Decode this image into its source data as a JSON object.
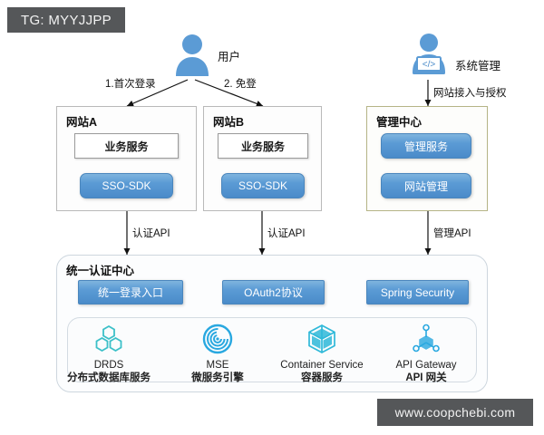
{
  "watermarks": {
    "telegram": "TG: MYYJJPP",
    "site": "www.coopchebi.com"
  },
  "actors": {
    "user": {
      "label": "用户",
      "icon": "user-avatar-icon"
    },
    "admin": {
      "label": "系统管理",
      "icon": "developer-laptop-icon",
      "code_glyph": "</>"
    }
  },
  "flows": {
    "first_login": "1.首次登录",
    "free_login": "2. 免登",
    "site_access_auth": "网站接入与授权",
    "auth_api_a": "认证API",
    "auth_api_b": "认证API",
    "admin_api": "管理API"
  },
  "site_a": {
    "title": "网站A",
    "service": "业务服务",
    "sdk": "SSO-SDK"
  },
  "site_b": {
    "title": "网站B",
    "service": "业务服务",
    "sdk": "SSO-SDK"
  },
  "admin_center": {
    "title": "管理中心",
    "items": [
      "管理服务",
      "网站管理"
    ]
  },
  "auth_center": {
    "title": "统一认证中心",
    "buttons": [
      "统一登录入口",
      "OAuth2协议",
      "Spring Security"
    ],
    "services": [
      {
        "icon": "drds-hexagons-icon",
        "name_en": "DRDS",
        "name_cn": "分布式数据库服务",
        "color": "#3cc0c8"
      },
      {
        "icon": "mse-spiral-icon",
        "name_en": "MSE",
        "name_cn": "微服务引擎",
        "color": "#29a8e0"
      },
      {
        "icon": "container-cube-icon",
        "name_en": "Container Service",
        "name_cn": "容器服务",
        "color": "#2fb9d9"
      },
      {
        "icon": "api-gateway-node-icon",
        "name_en": "API Gateway",
        "name_cn": "API 网关",
        "color": "#29a8e0"
      }
    ]
  },
  "colors": {
    "accent_blue": "#5b9bd5",
    "banner_gray": "#555759",
    "tan_border": "#b5b486",
    "teal": "#3cc0c8"
  }
}
